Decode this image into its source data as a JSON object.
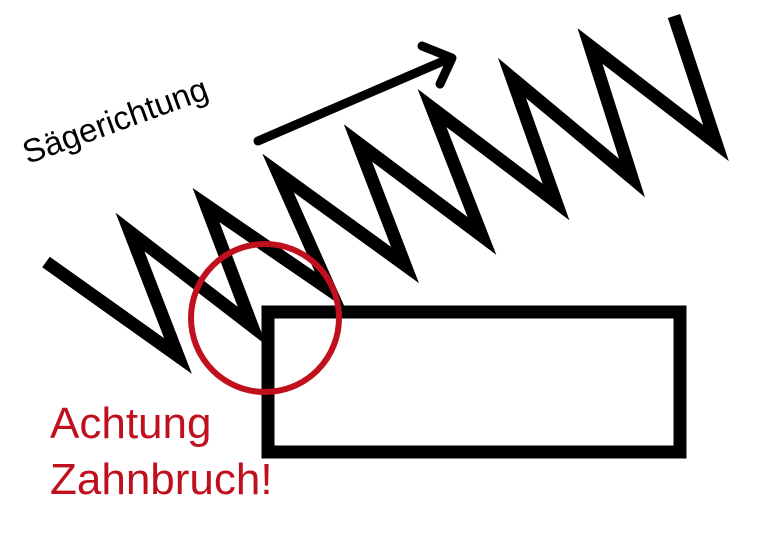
{
  "diagram": {
    "direction_label": "Sägerichtung",
    "warning_line1": "Achtung",
    "warning_line2": "Zahnbruch!"
  },
  "colors": {
    "stroke": "#000000",
    "warning": "#c0101e",
    "background": "#ffffff"
  },
  "icons": {
    "saw_blade": "zigzag-saw-teeth-icon",
    "direction": "arrow-right-icon",
    "highlight": "circle-highlight-icon",
    "workpiece": "rectangle-workpiece-icon"
  }
}
